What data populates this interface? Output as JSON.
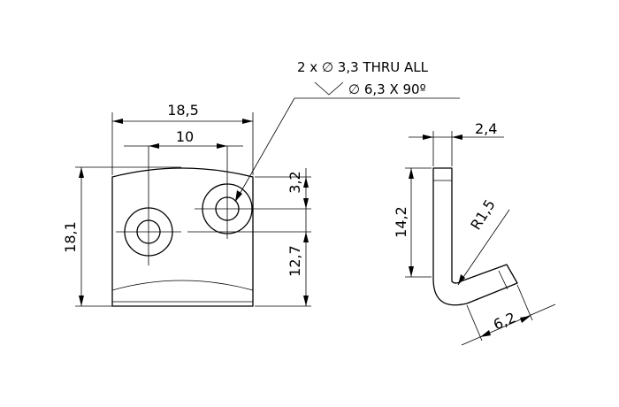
{
  "callout": {
    "line1": "2 x ∅ 3,3 THRU ALL",
    "line2": "∅ 6,3 X 90º"
  },
  "dimensions": {
    "overall_width": "18,5",
    "hole_spacing": "10",
    "overall_height": "18,1",
    "hole_offset_top": "3,2",
    "hole_offset_bottom": "12,7",
    "thickness": "2,4",
    "side_height": "14,2",
    "bend_radius": "R1,5",
    "flange_length": "6,2"
  }
}
